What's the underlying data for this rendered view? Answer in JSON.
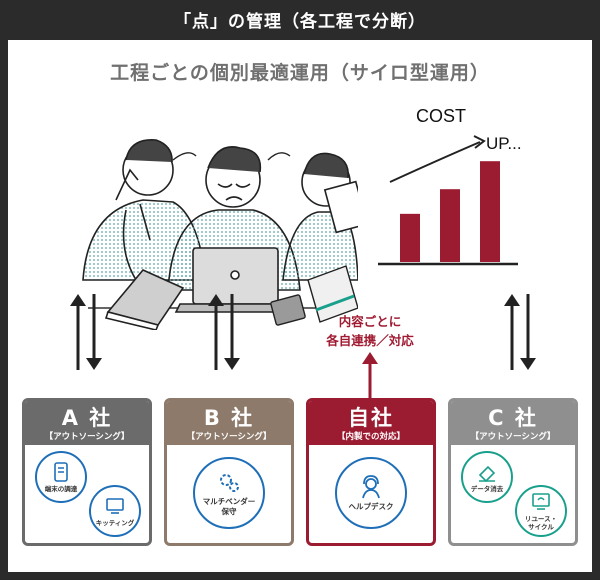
{
  "title": "「点」の管理（各工程で分断）",
  "subtitle": "工程ごとの個別最適運用（サイロ型運用）",
  "chart": {
    "label_cost": "COST",
    "label_up": "UP...",
    "bar_color": "#9b1b30",
    "relative_heights": [
      0.43,
      0.65,
      0.9
    ]
  },
  "own_note": {
    "line1": "内容ごとに",
    "line2": "各自連携／対応"
  },
  "companies": [
    {
      "name": "A 社",
      "sub": "【アウトソーシング】",
      "color": "#6b6b6b",
      "services": [
        "端末の調達",
        "キッティング"
      ]
    },
    {
      "name": "B 社",
      "sub": "【アウトソーシング】",
      "color": "#8d7a6a",
      "services": [
        "マルチベンダー\n保守"
      ]
    },
    {
      "name": "自社",
      "sub": "【内製での対応】",
      "color": "#9b1b30",
      "services": [
        "ヘルプデスク"
      ]
    },
    {
      "name": "C 社",
      "sub": "【アウトソーシング】",
      "color": "#8f8f8f",
      "services": [
        "データ消去",
        "リユース・\nサイクル"
      ]
    }
  ],
  "icons": {
    "a1": "phone-document-icon",
    "a2": "computer-setup-icon",
    "b1": "gears-icon",
    "own1": "headset-operator-icon",
    "c1": "eraser-icon",
    "c2": "recycle-device-icon"
  },
  "accent": {
    "blue": "#1f6fb8",
    "teal": "#19a08c"
  }
}
